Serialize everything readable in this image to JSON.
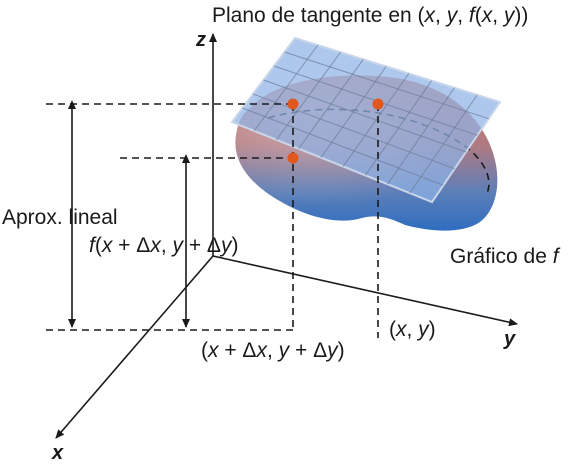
{
  "labels": {
    "tangent_plane": [
      "Plano de tangente en (",
      "x",
      ", ",
      "y",
      ", ",
      "f",
      "(",
      "x",
      ", ",
      "y",
      "))"
    ],
    "linear_approx": "Aprox. lineal",
    "f_value": [
      "f",
      "(",
      "x",
      " + Δ",
      "x",
      ", ",
      "y",
      " + Δ",
      "y",
      ")"
    ],
    "graph_of_f": [
      "Gráfico de ",
      "f"
    ],
    "point_xy": [
      "(",
      "x",
      ", ",
      "y",
      ")"
    ],
    "point_dxdy": [
      "(",
      "x",
      " + Δ",
      "x",
      ", ",
      "y",
      " + Δ",
      "y",
      ")"
    ],
    "axis_x": "x",
    "axis_y": "y",
    "axis_z": "z"
  },
  "colors": {
    "plane_fill": "#8fb3e6",
    "surface_top": "#e0765a",
    "surface_bottom": "#3d7cc9",
    "point": "#e0581d"
  }
}
